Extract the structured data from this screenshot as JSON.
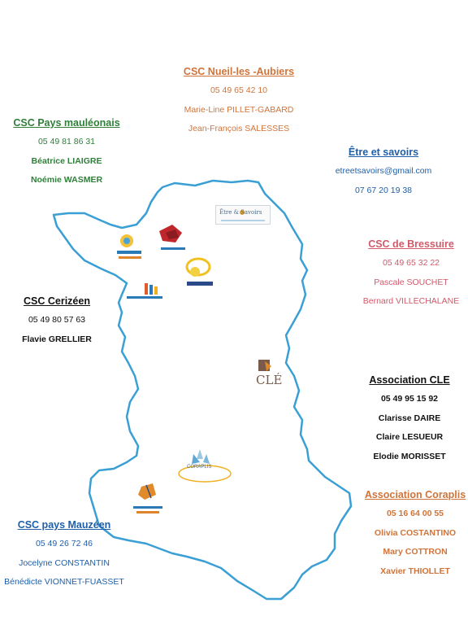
{
  "colors": {
    "map_outline": "#3a9fd4",
    "orange": "#d0743a",
    "green": "#2f7f3a",
    "blue": "#1f5fa8",
    "pink": "#d05a6a"
  },
  "nueil": {
    "title": "CSC Nueil-les -Aubiers",
    "phone": "05 49 65 42 10",
    "p1": "Marie-Line PILLET-GABARD",
    "p2": "Jean-François SALESSES"
  },
  "mauleonais": {
    "title": "CSC Pays mauléonais",
    "phone": "05 49 81 86 31",
    "p1": "Béatrice LIAIGRE",
    "p2": "Noémie WASMER"
  },
  "etre": {
    "title": "Être et savoirs",
    "email": "etreetsavoirs@gmail.com",
    "phone": "07 67 20 19 38"
  },
  "bressuire": {
    "title": "CSC de Bressuire",
    "phone": "05 49 65 32 22",
    "p1": "Pascale  SOUCHET",
    "p2": "Bernard VILLECHALANE"
  },
  "cerizeen": {
    "title": "CSC  Cerizéen",
    "phone": "05 49 80 57 63",
    "p1": "Flavie GRELLIER"
  },
  "cle": {
    "title": "Association CLE",
    "phone": "05 49 95 15 92",
    "p1": "Clarisse DAIRE",
    "p2": "Claire LESUEUR",
    "p3": "Elodie MORISSET"
  },
  "coraplis": {
    "title": "Association Coraplis",
    "phone": "05 16  64 00 55",
    "p1": "Olivia COSTANTINO",
    "p2": "Mary COTTRON",
    "p3": "Xavier THIOLLET"
  },
  "mauzeen": {
    "title": "CSC pays Mauzéen",
    "phone": "05 49 26 72 46",
    "p1": "Jocelyne CONSTANTIN",
    "p2": "Bénédicte VIONNET-FUASSET"
  },
  "logos": {
    "etre_logo": "Être & Savoirs",
    "cle_logo": "CLÉ",
    "coraplis_logo": "CORAPLIS"
  }
}
